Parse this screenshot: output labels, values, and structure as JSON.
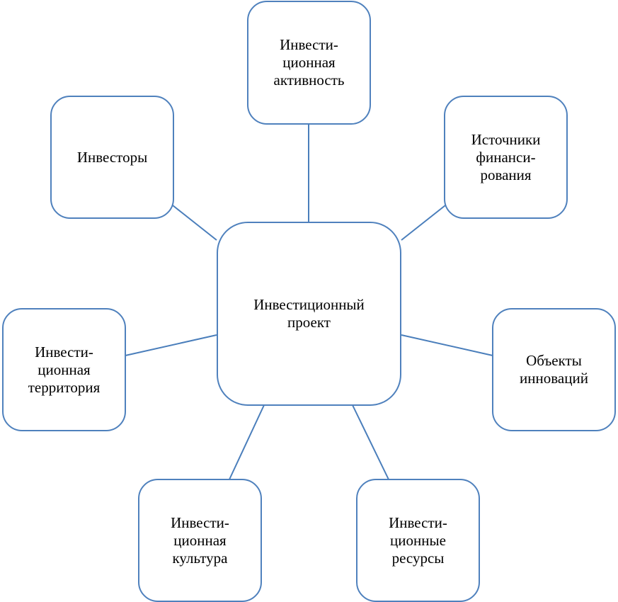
{
  "diagram": {
    "center": {
      "label": "Инвестиционный\nпроект"
    },
    "nodes": [
      {
        "id": "activity",
        "label": "Инвести-\nционная\nактивность"
      },
      {
        "id": "financing",
        "label": "Источники\nфинанси-\nрования"
      },
      {
        "id": "innovations",
        "label": "Объекты\nинноваций"
      },
      {
        "id": "resources",
        "label": "Инвести-\nционные\nресурсы"
      },
      {
        "id": "culture",
        "label": "Инвести-\nционная\nкультура"
      },
      {
        "id": "territory",
        "label": "Инвести-\nционная\nтерритория"
      },
      {
        "id": "investors",
        "label": "Инвесторы"
      }
    ]
  },
  "colors": {
    "border": "#4f81bd",
    "line": "#4a7ebb"
  }
}
